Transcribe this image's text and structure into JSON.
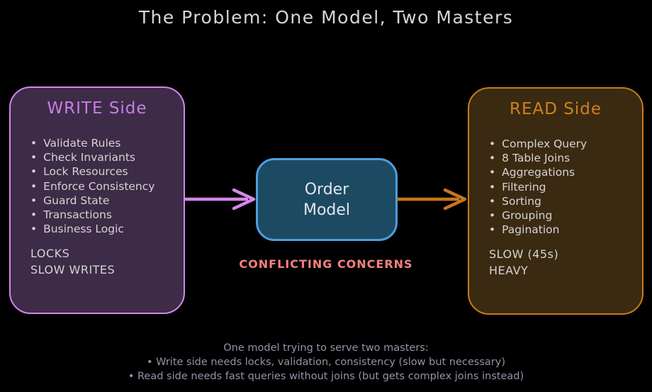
{
  "title": "The Problem: One Model, Two Masters",
  "write_side": {
    "title": "WRITE Side",
    "items": [
      "Validate Rules",
      "Check Invariants",
      "Lock Resources",
      "Enforce Consistency",
      "Guard State",
      "Transactions",
      "Business Logic"
    ],
    "footer": [
      "LOCKS",
      "SLOW WRITES"
    ]
  },
  "center": {
    "label_lines": [
      "Order",
      "Model"
    ],
    "caption": "CONFLICTING CONCERNS"
  },
  "read_side": {
    "title": "READ Side",
    "items": [
      "Complex Query",
      "8 Table Joins",
      "Aggregations",
      "Filtering",
      "Sorting",
      "Grouping",
      "Pagination"
    ],
    "footer": [
      "SLOW (45s)",
      "HEAVY"
    ]
  },
  "footnote": {
    "lines": [
      "One model trying to serve two masters:",
      "• Write side needs locks, validation, consistency (slow but necessary)",
      "• Read side needs fast queries without joins (but gets complex joins instead)"
    ]
  },
  "colors": {
    "background": "#000000",
    "title_text": "#d6d6d6",
    "write_border": "#d685ea",
    "write_fill": "#3d2b47",
    "write_title": "#c77ee8",
    "write_arrow": "#d685ea",
    "order_border": "#4f9ede",
    "order_fill": "#1d4a63",
    "order_text": "#e3e6e9",
    "conflict_text": "#f48080",
    "read_border": "#c97c17",
    "read_fill": "#3a2a11",
    "read_title": "#d0811f",
    "read_arrow": "#c8761a",
    "list_text": "#d4d4d4",
    "footnote_text": "#8e96a4"
  }
}
